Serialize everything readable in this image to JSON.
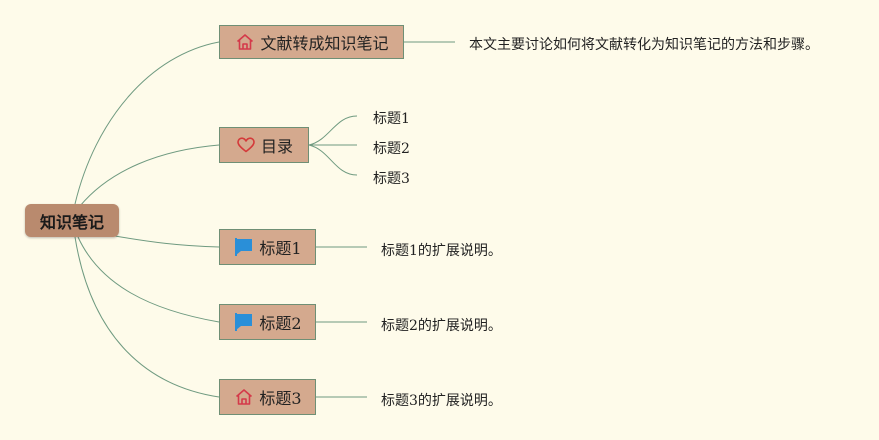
{
  "root": {
    "label": "知识笔记"
  },
  "branches": [
    {
      "label": "文献转成知识笔记",
      "icon": "home-icon",
      "notes": [
        "本文主要讨论如何将文献转化为知识笔记的方法和步骤。"
      ]
    },
    {
      "label": "目录",
      "icon": "heart-icon",
      "notes": [
        "标题1",
        "标题2",
        "标题3"
      ]
    },
    {
      "label": "标题1",
      "icon": "flag-icon",
      "notes": [
        "标题1的扩展说明。"
      ]
    },
    {
      "label": "标题2",
      "icon": "flag-icon",
      "notes": [
        "标题2的扩展说明。"
      ]
    },
    {
      "label": "标题3",
      "icon": "home-icon",
      "notes": [
        "标题3的扩展说明。"
      ]
    }
  ],
  "colors": {
    "background": "#fefbea",
    "root_fill": "#b98a6e",
    "node_fill": "#d4a98e",
    "node_border": "#6f8f75",
    "connector": "#6f9a80",
    "home_icon": "#d43a4a",
    "heart_icon": "#d43a3a",
    "flag_icon": "#2a8fd8"
  }
}
